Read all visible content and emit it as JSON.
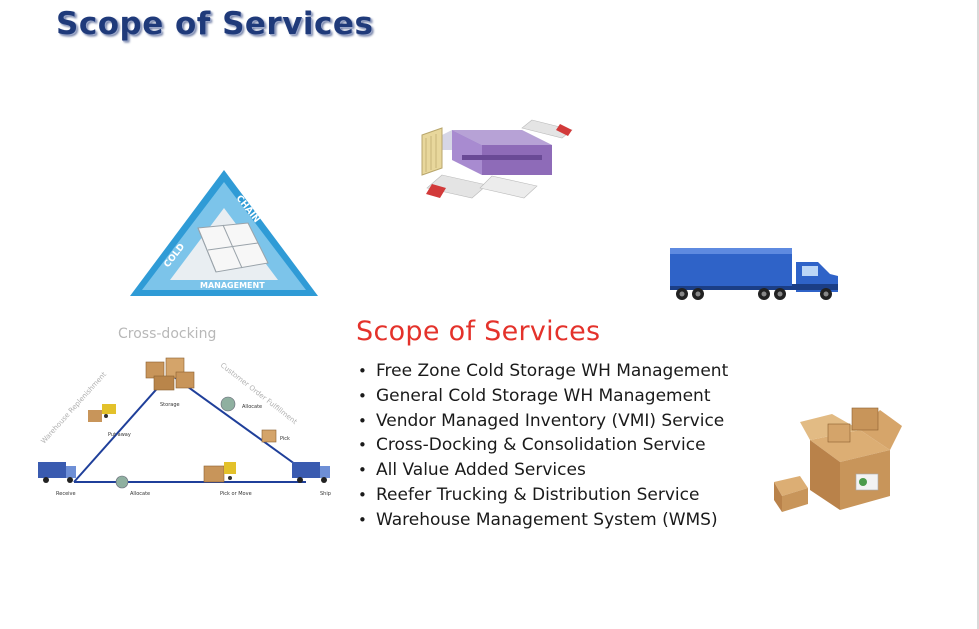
{
  "title": "Scope of Services",
  "services": {
    "heading": "Scope of Services",
    "items": [
      "Free Zone Cold Storage WH Management",
      "General Cold Storage WH Management",
      "Vendor Managed Inventory (VMI) Service",
      "Cross-Docking & Consolidation Service",
      "All Value Added Services",
      "Reefer Trucking & Distribution Service",
      "Warehouse Management System (WMS)"
    ]
  },
  "cold_chain_logo": {
    "word_cold": "COLD",
    "word_chain": "CHAIN",
    "word_management": "MANAGEMENT",
    "color": "#2f9bd6"
  },
  "cross_docking": {
    "title": "Cross-docking",
    "labels": {
      "storage": "Storage",
      "put_away": "Put away",
      "allocate_top": "Allocate",
      "pick": "Pick",
      "receive": "Receive",
      "allocate_bottom": "Allocate",
      "pick_or_move": "Pick or Move",
      "ship": "Ship",
      "left_side": "Warehouse Replenishment",
      "right_side": "Customer Order Fulfillment"
    }
  },
  "colors": {
    "title": "#1f3a7a",
    "heading": "#e4322b",
    "truck_trailer": "#2f63c8",
    "box": "#c8955a"
  }
}
